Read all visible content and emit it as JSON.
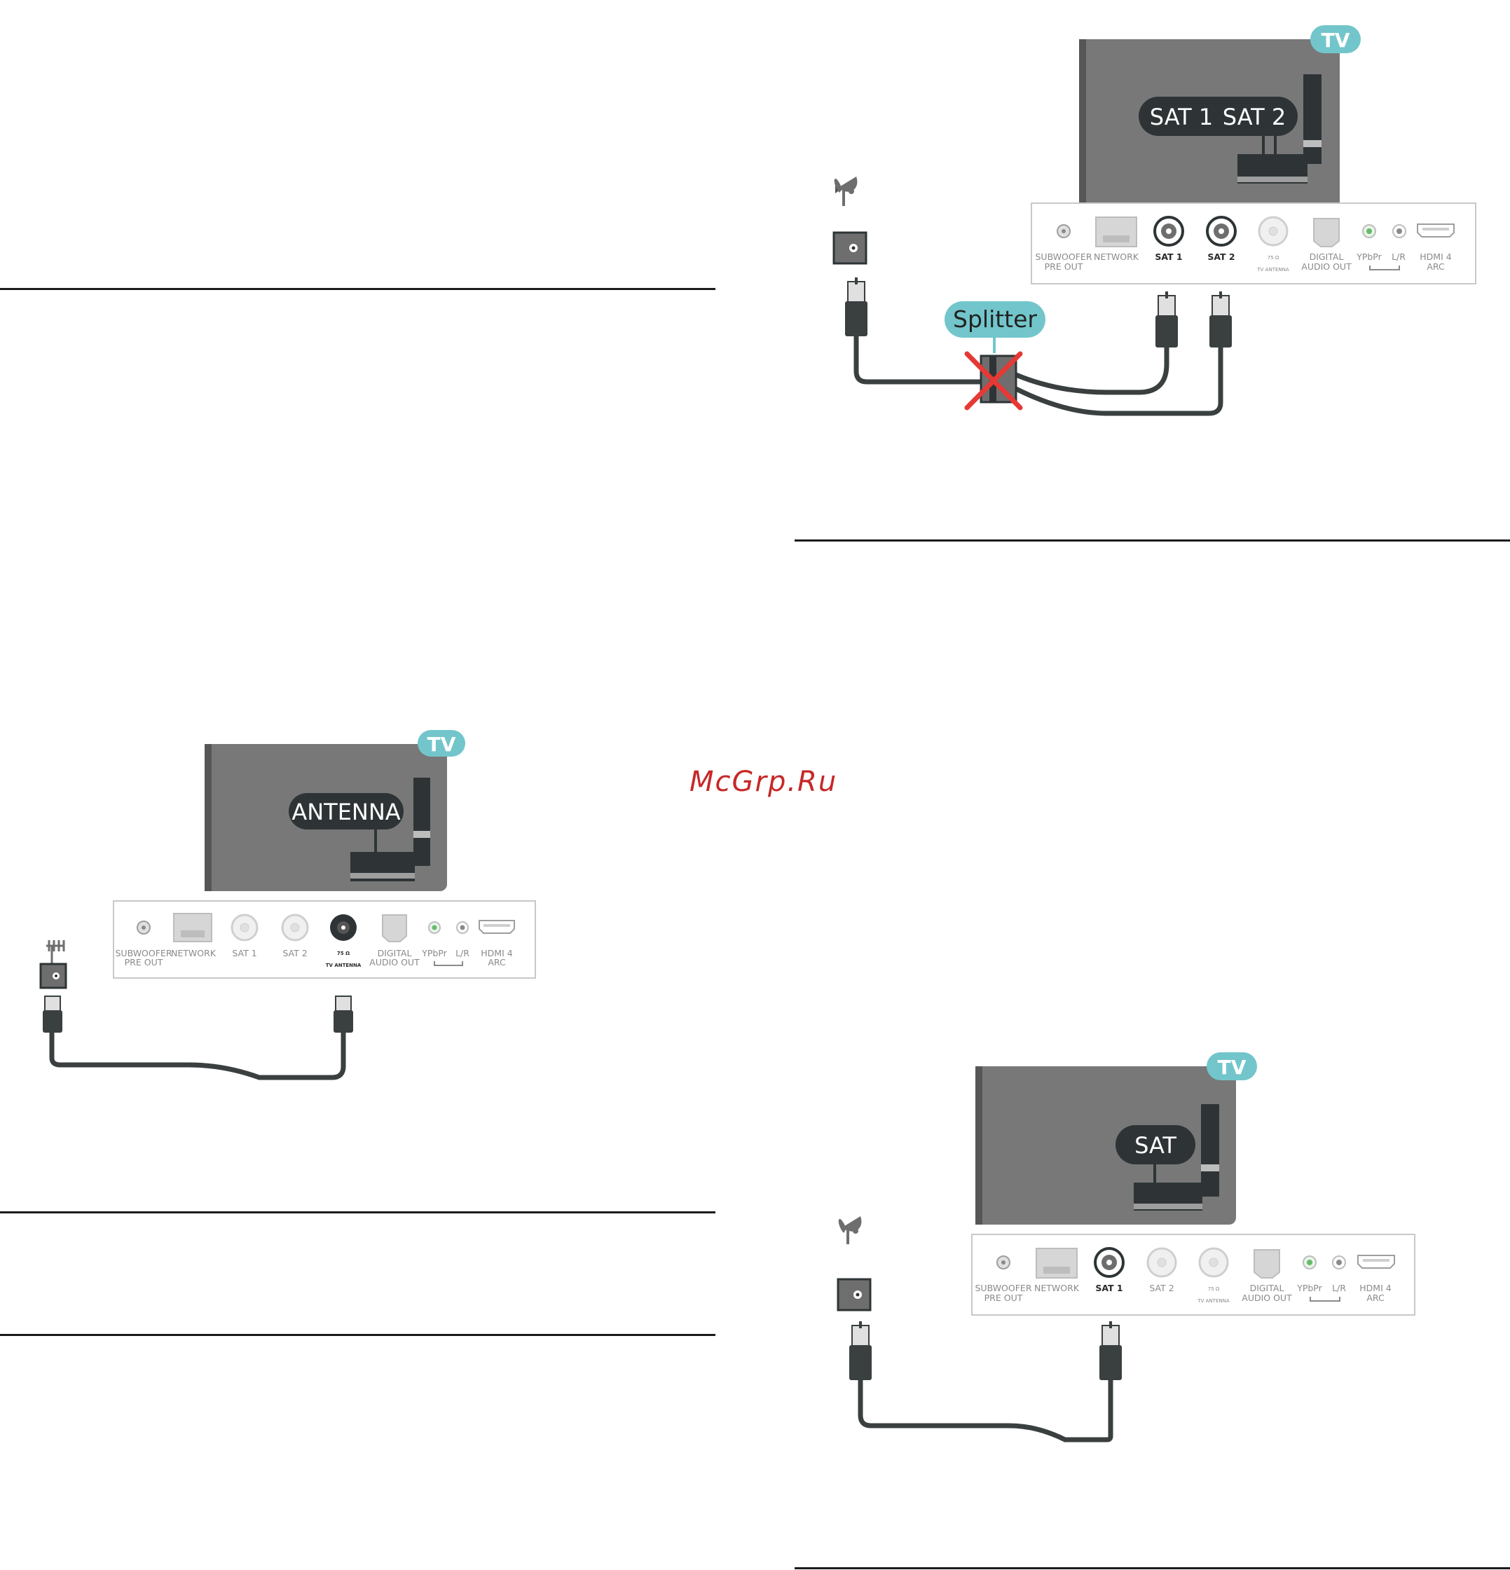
{
  "watermark": "McGrp.Ru",
  "colors": {
    "tv_body": "#787878",
    "tv_badge": "#72c6cb",
    "callout": "#2e3436",
    "cable": "#3a3f40",
    "panel_border": "#c8c8c8",
    "cross": "#e53935"
  },
  "icons": {
    "satellite_dish": "satellite-dish-icon",
    "antenna": "antenna-icon",
    "wall_socket": "wall-socket-icon"
  },
  "panel": {
    "subwoofer_line1": "SUBWOOFER",
    "subwoofer_line2": "PRE OUT",
    "network": "NETWORK",
    "sat1": "SAT 1",
    "sat2": "SAT 2",
    "tv_antenna_top": "75 Ω",
    "tv_antenna_bottom": "TV ANTENNA",
    "digital_line1": "DIGITAL",
    "digital_line2": "AUDIO OUT",
    "ypbpr": "YPbPr",
    "lr": "L/R",
    "hdmi_line1": "HDMI 4",
    "hdmi_line2": "ARC"
  },
  "diagrams": {
    "splitter": {
      "tv_badge": "TV",
      "callout_left": "SAT 1",
      "callout_right": "SAT 2",
      "splitter_label": "Splitter"
    },
    "antenna": {
      "tv_badge": "TV",
      "callout": "ANTENNA"
    },
    "single_sat": {
      "tv_badge": "TV",
      "callout": "SAT"
    }
  }
}
